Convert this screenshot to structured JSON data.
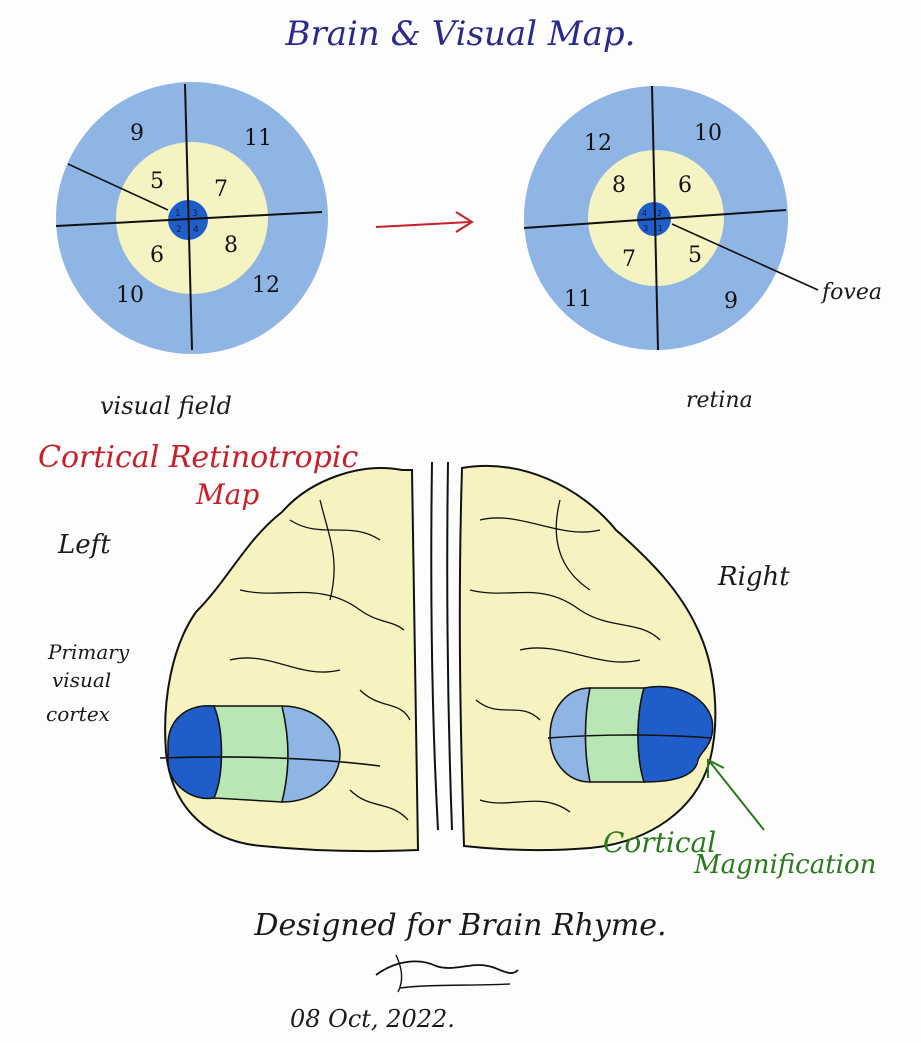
{
  "title": "Brain & Visual Map.",
  "visual_field": {
    "caption": "visual field",
    "outer_labels": [
      "9",
      "11",
      "10",
      "12"
    ],
    "middle_labels": [
      "5",
      "7",
      "6",
      "8"
    ],
    "inner_labels": [
      "1",
      "3",
      "2",
      "4"
    ]
  },
  "retina": {
    "caption": "retina",
    "outer_labels": [
      "12",
      "10",
      "11",
      "9"
    ],
    "middle_labels": [
      "8",
      "6",
      "7",
      "5"
    ],
    "inner_labels": [
      "4",
      "2",
      "3",
      "1"
    ],
    "fovea_label": "fovea"
  },
  "cortical_map": {
    "title_line1": "Cortical Retinotropic",
    "title_line2": "Map",
    "left_label": "Left",
    "right_label": "Right",
    "primary_visual_cortex": [
      "Primary",
      "visual",
      "cortex"
    ],
    "magnification_line1": "Cortical",
    "magnification_line2": "Magnification"
  },
  "footer": {
    "credit": "Designed for Brain Rhyme.",
    "signature": "Aanaf",
    "date": "08 Oct, 2022."
  },
  "colors": {
    "outer_ring": "#8fb5e4",
    "middle_ring": "#f6f3c2",
    "fovea": "#1f5ec8",
    "title_ink": "#2b2a8c",
    "red_ink": "#c8202a",
    "green_ink": "#2a7a1c",
    "brain_fill": "#f7f3c0",
    "cortex_green": "#b8e6b4"
  }
}
